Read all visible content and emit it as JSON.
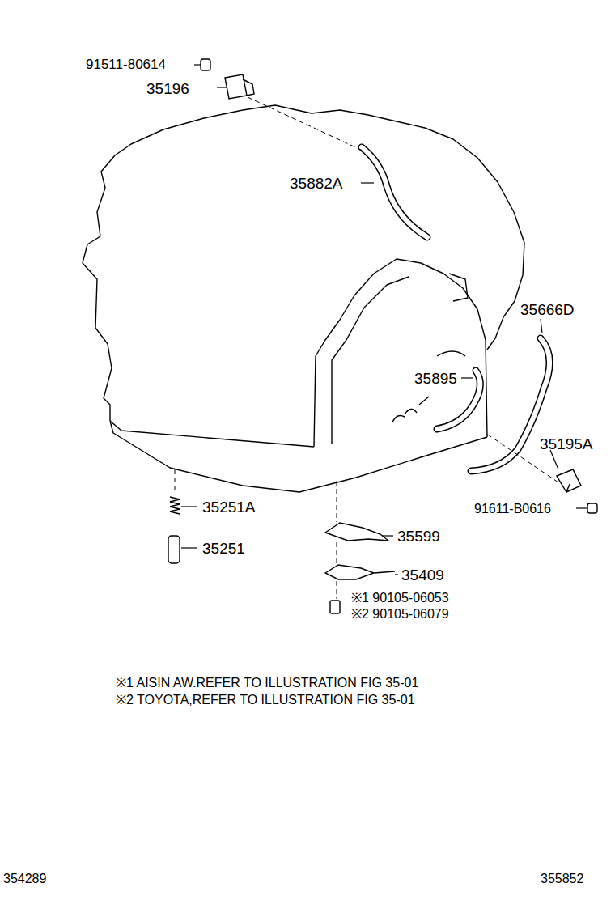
{
  "diagram": {
    "labels": [
      "91511-80614",
      "35196",
      "35882A",
      "35666D",
      "35895",
      "35195A",
      "91611-B0616",
      "35251A",
      "35251",
      "35599",
      "35409",
      "※1 90105-06053",
      "※2 90105-06079",
      "※1 AISIN AW.REFER TO ILLUSTRATION FIG 35-01",
      "※2 TOYOTA,REFER TO ILLUSTRATION FIG 35-01",
      "354289",
      "355852"
    ]
  }
}
